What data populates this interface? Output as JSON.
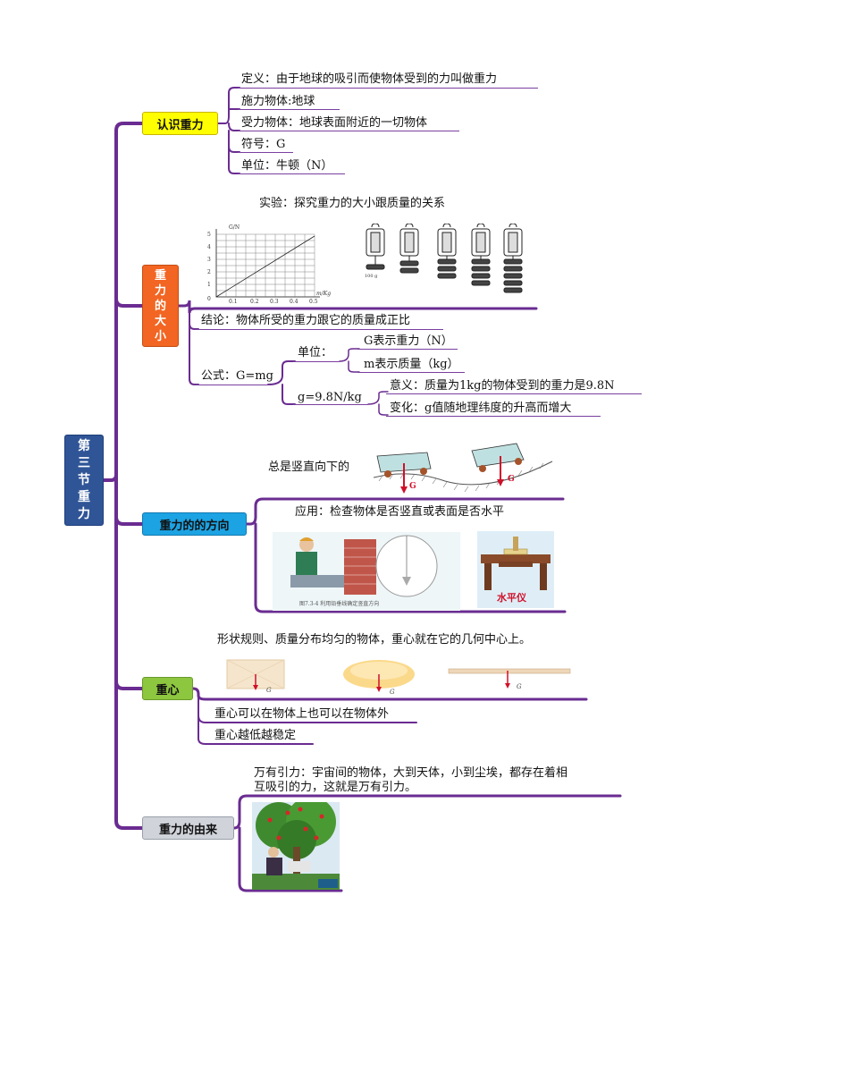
{
  "root": {
    "label": "第\n三\n节\n重\n力"
  },
  "sections": {
    "s1": {
      "label": "认识重力",
      "items": [
        "定义：由于地球的吸引而使物体受到的力叫做重力",
        "施力物体:地球",
        "受力物体：地球表面附近的一切物体",
        "符号：G",
        "单位：牛顿（N）"
      ]
    },
    "s2": {
      "label": "重\n力\n的\n大\n小",
      "experiment_title": "实验：探究重力的大小跟质量的关系",
      "graph": {
        "ylabel": "G/N",
        "xlabel": "m/Kg",
        "yticks": [
          "5",
          "4",
          "3",
          "2",
          "1",
          "0"
        ],
        "xticks": [
          "0.1",
          "0.2",
          "0.3",
          "0.4",
          "0.5"
        ]
      },
      "mass_label": "100 g",
      "conclusion": "结论：物体所受的重力跟它的质量成正比",
      "formula": "公式：G=mg",
      "unit_label": "单位：",
      "unit_items": [
        "G表示重力（N）",
        "m表示质量（kg）"
      ],
      "g_value": "g=9.8N/kg",
      "g_items": [
        "意义：质量为1kg的物体受到的重力是9.8N",
        "变化：g值随地理纬度的升高而增大"
      ]
    },
    "s3": {
      "label": "重力的的方向",
      "always_down": "总是竖直向下的",
      "arrow_label": "G",
      "application": "应用：检查物体是否竖直或表面是否水平",
      "fig_caption": "图7.3-4   利用铅垂线确定竖直方向",
      "level_label": "水平仪"
    },
    "s4": {
      "label": "重心",
      "rule": "形状规则、质量分布均匀的物体，重心就在它的几何中心上。",
      "arrow_label": "G",
      "items": [
        "重心可以在物体上也可以在物体外",
        "重心越低越稳定"
      ]
    },
    "s5": {
      "label": "重力的由来",
      "text_line1": "万有引力：宇宙间的物体，大到天体，小到尘埃，都存在着相",
      "text_line2": "互吸引的力，这就是万有引力。"
    }
  },
  "colors": {
    "branch": "#6a2c91",
    "root_fill": "#2f5597",
    "s1_fill": "#ffff00",
    "s2_fill": "#f26522",
    "s3_fill": "#1ca3e3",
    "s4_fill": "#8dc63f",
    "s5_fill": "#d0d3da"
  }
}
